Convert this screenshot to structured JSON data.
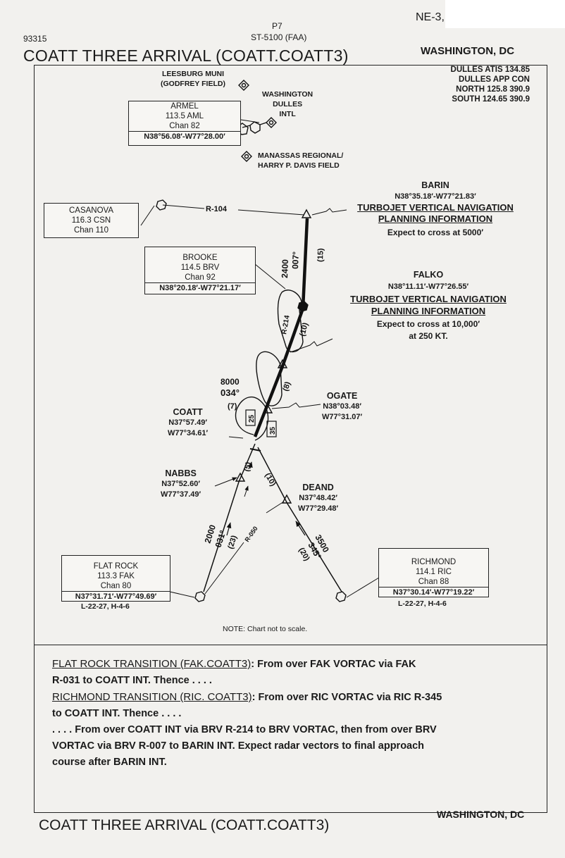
{
  "header": {
    "chart_number": "93315",
    "page": "P7",
    "procedure_id": "ST-5100 (FAA)",
    "region": "NE-3,",
    "title": "COATT THREE ARRIVAL (COATT.COATT3)",
    "city": "WASHINGTON, DC"
  },
  "frequencies": {
    "atis": "DULLES ATIS 134.85",
    "app": "DULLES APP CON",
    "north": "NORTH 125.8 390.9",
    "south": "SOUTH 124.65 390.9"
  },
  "airports": {
    "leesburg": [
      "LEESBURG MUNI",
      "(GODFREY FIELD)"
    ],
    "dulles": [
      "WASHINGTON",
      "DULLES",
      "INTL"
    ],
    "manassas": [
      "MANASSAS REGIONAL/",
      "HARRY P. DAVIS FIELD"
    ]
  },
  "navaids": {
    "armel": {
      "name": "ARMEL",
      "freq": "113.5 AML",
      "chan": "Chan 82",
      "coord": "N38°56.08′-W77°28.00′"
    },
    "casanova": {
      "name": "CASANOVA",
      "freq": "116.3 CSN",
      "chan": "Chan 110"
    },
    "brooke": {
      "name": "BROOKE",
      "freq": "114.5 BRV",
      "chan": "Chan 92",
      "coord": "N38°20.18′-W77°21.17′"
    },
    "flatrock": {
      "name": "FLAT ROCK",
      "freq": "113.3 FAK",
      "chan": "Chan 80",
      "coord": "N37°31.71′-W77°49.69′",
      "ref": "L-22-27, H-4-6"
    },
    "richmond": {
      "name": "RICHMOND",
      "freq": "114.1 RIC",
      "chan": "Chan 88",
      "coord": "N37°30.14′-W77°19.22′",
      "ref": "L-22-27, H-4-6"
    }
  },
  "fixes": {
    "barin": {
      "name": "BARIN",
      "coord": "N38°35.18′-W77°21.83′",
      "vnav1": "TURBOJET VERTICAL NAVIGATION",
      "vnav2": "PLANNING INFORMATION",
      "expect": "Expect to cross at 5000′"
    },
    "falko": {
      "name": "FALKO",
      "coord": "N38°11.11′-W77°26.55′",
      "vnav1": "TURBOJET VERTICAL NAVIGATION",
      "vnav2": "PLANNING INFORMATION",
      "expect1": "Expect to cross at 10,000′",
      "expect2": "at 250 KT."
    },
    "ogate": {
      "name": "OGATE",
      "lat": "N38°03.48′",
      "lon": "W77°31.07′"
    },
    "coatt": {
      "name": "COATT",
      "lat": "N37°57.49′",
      "lon": "W77°34.61′"
    },
    "nabbs": {
      "name": "NABBS",
      "lat": "N37°52.60′",
      "lon": "W77°37.49′"
    },
    "deand": {
      "name": "DEAND",
      "lat": "N37°48.42′",
      "lon": "W77°29.48′"
    }
  },
  "route_labels": {
    "r104": "R-104",
    "r214": "R-214",
    "r050": "R-050",
    "brv_alt": "2400",
    "brv_crs": "007°",
    "brv_dist": "(15)",
    "falko_dist": "(10)",
    "ogate_dist": "(8)",
    "hold_alt": "8000",
    "hold_crs": "034°",
    "hold_dist": "(7)",
    "mea25": "25",
    "mea35": "35",
    "nabbs_dist": "(5)",
    "deand_dist": "(10)",
    "fak_alt": "2000",
    "fak_crs": "031°",
    "fak_dist": "(23)",
    "ric_alt": "3500",
    "ric_crs": "345°",
    "ric_dist": "(20)"
  },
  "note": "NOTE: Chart not to scale.",
  "procedure": {
    "fak_title": "FLAT ROCK TRANSITION (FAK.COATT3)",
    "fak_text1": ": From over FAK VORTAC via FAK",
    "fak_text2": "R-031 to COATT INT. Thence . . . .",
    "ric_title": "RICHMOND TRANSITION (RIC. COATT3)",
    "ric_text1": ": From over RIC VORTAC via RIC R-345",
    "ric_text2": "to COATT INT. Thence . . . .",
    "main1": ". . . . From over COATT INT via BRV R-214 to BRV VORTAC, then from over BRV",
    "main2": "VORTAC via BRV R-007 to BARIN INT. Expect radar vectors to final approach",
    "main3": "course after BARIN INT."
  },
  "footer": {
    "title": "COATT THREE ARRIVAL (COATT.COATT3)",
    "city": "WASHINGTON, DC"
  }
}
